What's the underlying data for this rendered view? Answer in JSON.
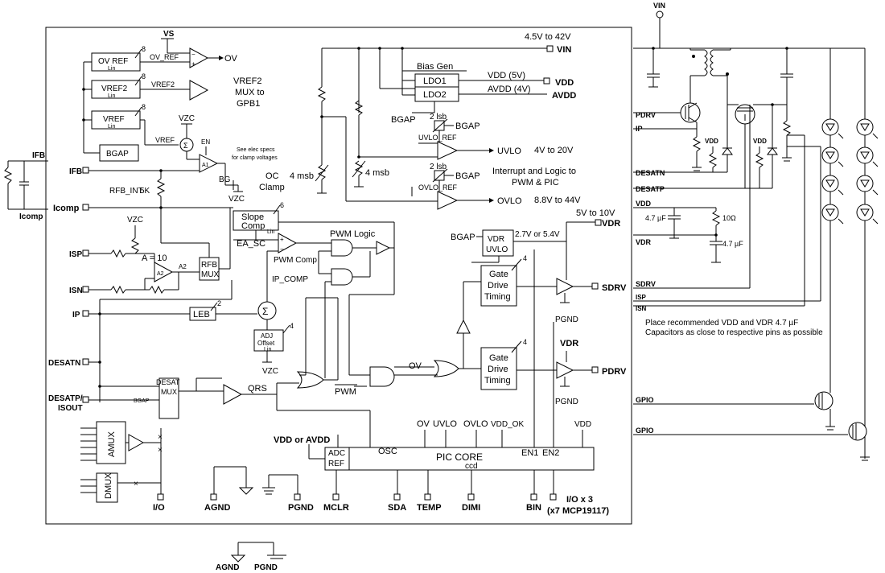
{
  "labels": {
    "vs": "VS",
    "vin_top": "VIN",
    "vin_range": "4.5V to 42V",
    "vin_pin": "VIN",
    "ov_ref_block": "OV REF",
    "vref2_block": "VREF2",
    "vref_block": "VREF",
    "lin": "Lin",
    "eight": "8",
    "ov_ref_sig": "OV_REF",
    "ov_out": "OV",
    "vref2_sig": "VREF2",
    "vref2_mux": "VREF2",
    "mux_to": "MUX to",
    "gpb1": "GPB1",
    "bgap_block": "BGAP",
    "vref_sig": "VREF",
    "vzc": "VZC",
    "en": "EN",
    "sigma": "Σ",
    "a1": "A1",
    "elec_specs_1": "See elec specs",
    "elec_specs_2": "for clamp voltages",
    "ifb_ext": "IFB",
    "ifb_pin": "IFB",
    "icomp_ext": "Icomp",
    "icomp_pin": "Icomp",
    "rfb_int": "RFB_INT",
    "five_k": "5K",
    "bg": "BG",
    "oc": "OC",
    "clamp": "Clamp",
    "bias_gen": "Bias Gen",
    "ldo1": "LDO1",
    "ldo2": "LDO2",
    "vdd_5v": "VDD (5V)",
    "avdd_4v": "AVDD (4V)",
    "vdd_pin": "VDD",
    "avdd_pin": "AVDD",
    "bgap": "BGAP",
    "two_lsb": "2 lsb",
    "uvlo_ref": "UVLO_REF",
    "uvlo": "UVLO",
    "uvlo_range": "4V to 20V",
    "four_msb": "4 msb",
    "ovlo_ref": "OVLO_REF",
    "ovlo": "OVLO",
    "ovlo_range": "8.8V to 44V",
    "interrupt_1": "Interrupt and Logic to",
    "interrupt_2": "PWM & PIC",
    "slope_comp_1": "Slope",
    "slope_comp_2": "Comp",
    "six": "6",
    "ea_sc": "EA_SC",
    "pwm_comp": "PWM Comp",
    "pwm_logic": "PWM Logic",
    "ip_comp": "IP_COMP",
    "isp_pin": "ISP",
    "isn_pin": "ISN",
    "a_eq_10": "A = 10",
    "a2": "A2",
    "rfb_mux_1": "RFB",
    "rfb_mux_2": "MUX",
    "ip_pin": "IP",
    "leb": "LEB",
    "two": "2",
    "adj_offset_1": "ADJ",
    "adj_offset_2": "Offset",
    "four": "4",
    "desat_mux_1": "DESAT",
    "desat_mux_2": "MUX",
    "desatn_pin": "DESATN",
    "desatp_pin": "DESATP/",
    "isout": "ISOUT",
    "qrs": "QRS",
    "pwm_bar": "PWM",
    "ov": "OV",
    "v5_10": "5V to 10V",
    "vdr_pin": "VDR",
    "vdr_uvlo_1": "VDR",
    "vdr_uvlo_2": "UVLO",
    "v27_54": "2.7V or 5.4V",
    "gate_drive_1": "Gate",
    "gate_drive_2": "Drive",
    "gate_drive_3": "Timing",
    "sdrv_pin": "SDRV",
    "pdrv_pin": "PDRV",
    "pgnd": "PGND",
    "vdr": "VDR",
    "vdd_or_avdd": "VDD or AVDD",
    "adc": "ADC",
    "ref": "REF",
    "osc": "OSC",
    "pic_core": "PIC CORE",
    "ccd": "ccd",
    "ov_top": "OV",
    "uvlo_top": "UVLO",
    "ovlo_top": "OVLO",
    "vdd_ok": "VDD_OK",
    "vdd_top": "VDD",
    "en1": "EN1",
    "en2": "EN2",
    "amux": "AMUX",
    "dmux": "DMUX",
    "io_pin": "I/O",
    "agnd_pin": "AGND",
    "pgnd_pin": "PGND",
    "mclr_pin": "MCLR",
    "sda_pin": "SDA",
    "temp_pin": "TEMP",
    "dimi_pin": "DIMI",
    "bin_pin": "BIN",
    "io_x3": "I/O x 3",
    "x7": "(x7 MCP19117)",
    "agnd_bottom": "AGND",
    "pgnd_bottom": "PGND",
    "ext_vin": "VIN",
    "ext_pdrv": "PDRV",
    "ext_ip": "IP",
    "ext_vdd_1": "VDD",
    "ext_vdd_2": "VDD",
    "ext_desatn": "DESATN",
    "ext_desatp": "DESATP",
    "ext_vdd_main": "VDD",
    "cap_47_1": "4.7 µF",
    "res_10": "10Ω",
    "cap_47_2": "4.7 µF",
    "ext_vdr": "VDR",
    "ext_sdrv": "SDRV",
    "ext_isp": "ISP",
    "ext_isn": "ISN",
    "note_1": "Place recommended VDD and VDR 4.7 µF",
    "note_2": "Capacitors as close to respective pins as possible",
    "ext_gpio_1": "GPIO",
    "ext_gpio_2": "GPIO"
  }
}
